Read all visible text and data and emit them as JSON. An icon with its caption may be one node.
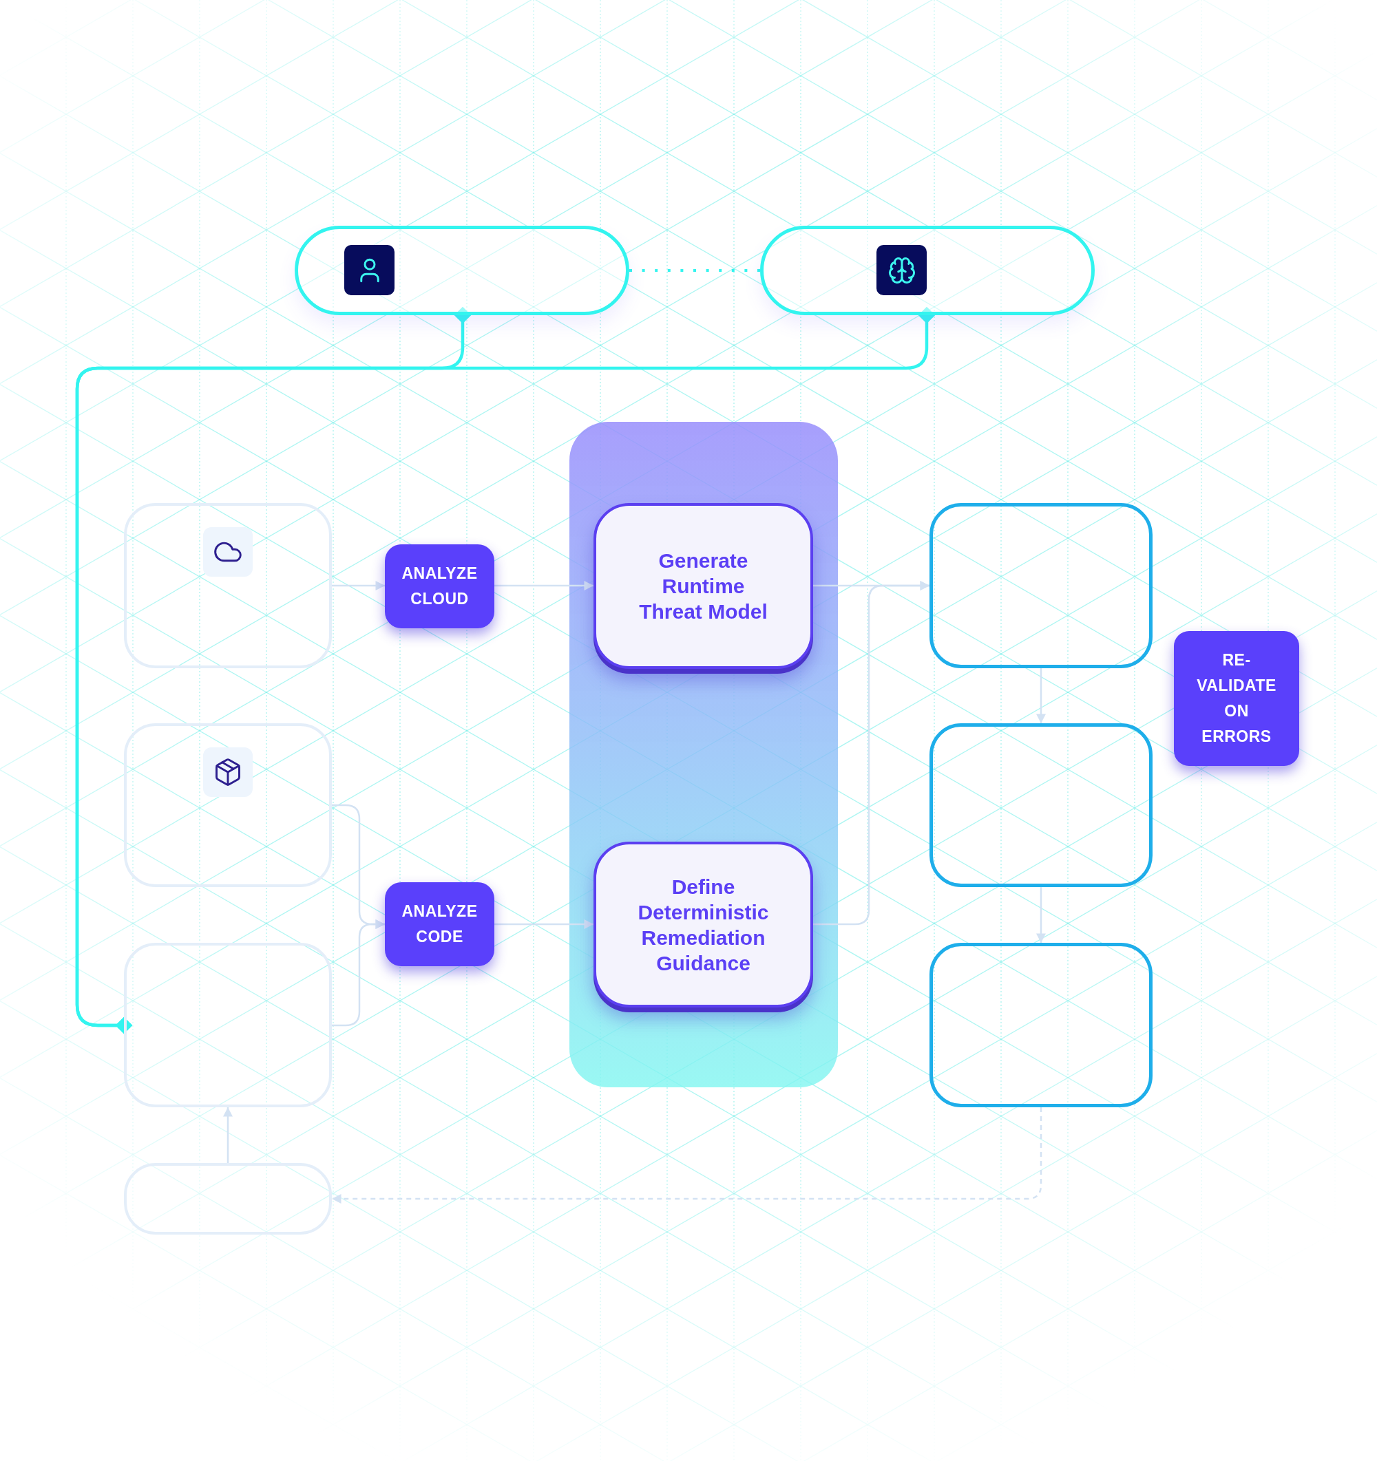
{
  "diagram": {
    "nodes": [
      {
        "text": [],
        "shape": "pill"
      },
      {
        "text": [],
        "shape": "pill"
      },
      {
        "text": [],
        "shape": "box"
      },
      {
        "text": [
          "ANALYZE CLOUD"
        ]
      },
      {
        "text": [],
        "shape": "band"
      },
      {
        "text": [
          "Generate Runtime Threat Model"
        ],
        "in": 4
      },
      {
        "text": [],
        "shape": "box"
      },
      {
        "text": [
          "RE-VALIDATE ON ERRORS"
        ]
      },
      {
        "text": [],
        "shape": "box"
      },
      {
        "text": [],
        "shape": "box"
      },
      {
        "text": [
          "ANALYZE CODE"
        ]
      },
      {
        "text": [
          "Define Deterministic Remediation Guidance"
        ],
        "in": 4
      },
      {
        "text": [],
        "shape": "box"
      },
      {
        "text": [],
        "shape": "box"
      },
      {
        "text": [],
        "shape": "box"
      }
    ],
    "edges": [
      {
        "from": 0,
        "to": 1,
        "arrow": "none",
        "style": "dashed",
        "color": "#33f4ef"
      },
      {
        "from": 0,
        "to": 12,
        "arrow": "other",
        "color": "#33f4ef"
      },
      {
        "from": 1,
        "to": 12,
        "arrow": "other",
        "color": "#33f4ef"
      },
      {
        "from": 2,
        "to": 3,
        "arrow": "to"
      },
      {
        "from": 3,
        "to": 5,
        "arrow": "to"
      },
      {
        "from": 5,
        "to": 6,
        "arrow": "to"
      },
      {
        "from": 11,
        "to": 6,
        "arrow": "to"
      },
      {
        "from": 8,
        "to": 10,
        "arrow": "to"
      },
      {
        "from": 12,
        "to": 10,
        "arrow": "to"
      },
      {
        "from": 10,
        "to": 11,
        "arrow": "to"
      },
      {
        "from": 6,
        "to": 9,
        "arrow": "to"
      },
      {
        "from": 9,
        "to": 13,
        "arrow": "to"
      },
      {
        "from": 13,
        "to": 14,
        "arrow": "to",
        "style": "dashed"
      },
      {
        "from": 14,
        "to": 12,
        "arrow": "to"
      }
    ]
  }
}
